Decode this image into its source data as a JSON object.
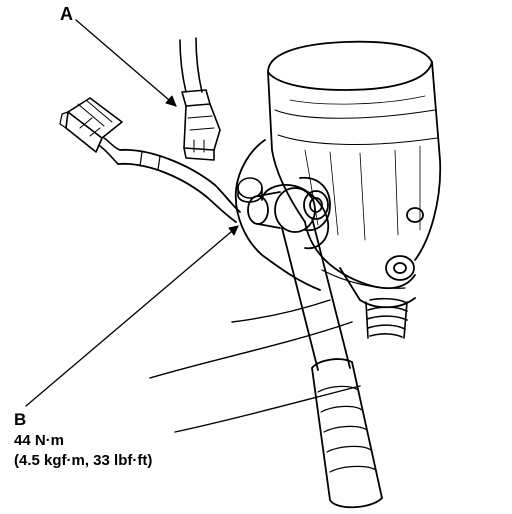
{
  "callouts": {
    "a": {
      "letter": "A"
    },
    "b": {
      "letter": "B",
      "torque_nm": "44 N·m",
      "torque_alt": "(4.5 kgf·m, 33 lbf·ft)"
    }
  },
  "colors": {
    "line": "#000000",
    "background": "#ffffff"
  }
}
